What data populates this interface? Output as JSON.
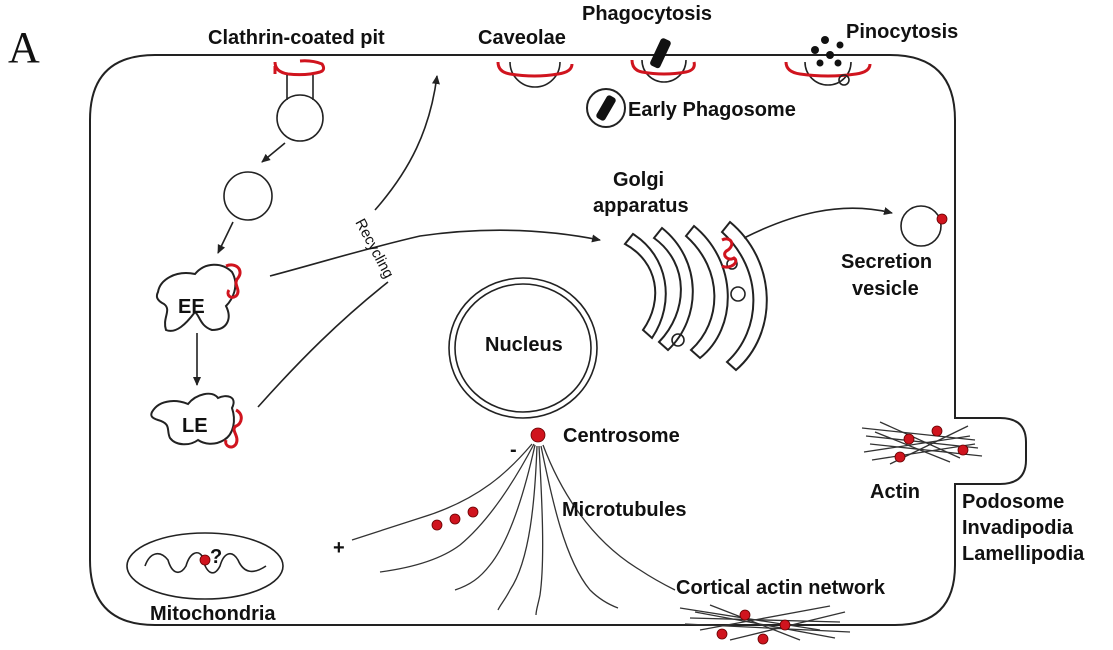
{
  "panel_letter": "A",
  "labels": {
    "clathrin": "Clathrin-coated pit",
    "caveolae": "Caveolae",
    "phagocytosis": "Phagocytosis",
    "pinocytosis": "Pinocytosis",
    "early_phagosome": "Early Phagosome",
    "golgi_line1": "Golgi",
    "golgi_line2": "apparatus",
    "secretion_line1": "Secretion",
    "secretion_line2": "vesicle",
    "recycling": "Recycling",
    "ee": "EE",
    "le": "LE",
    "nucleus": "Nucleus",
    "centrosome": "Centrosome",
    "minus": "-",
    "plus": "+",
    "microtubules": "Microtubules",
    "actin": "Actin",
    "podosome": "Podosome",
    "invadipodia": "Invadipodia",
    "lamellipodia": "Lamellipodia",
    "mito_q": "?",
    "mitochondria": "Mitochondria",
    "cortical": "Cortical actin network"
  },
  "colors": {
    "marker": "#d0141e",
    "line": "#222222"
  }
}
